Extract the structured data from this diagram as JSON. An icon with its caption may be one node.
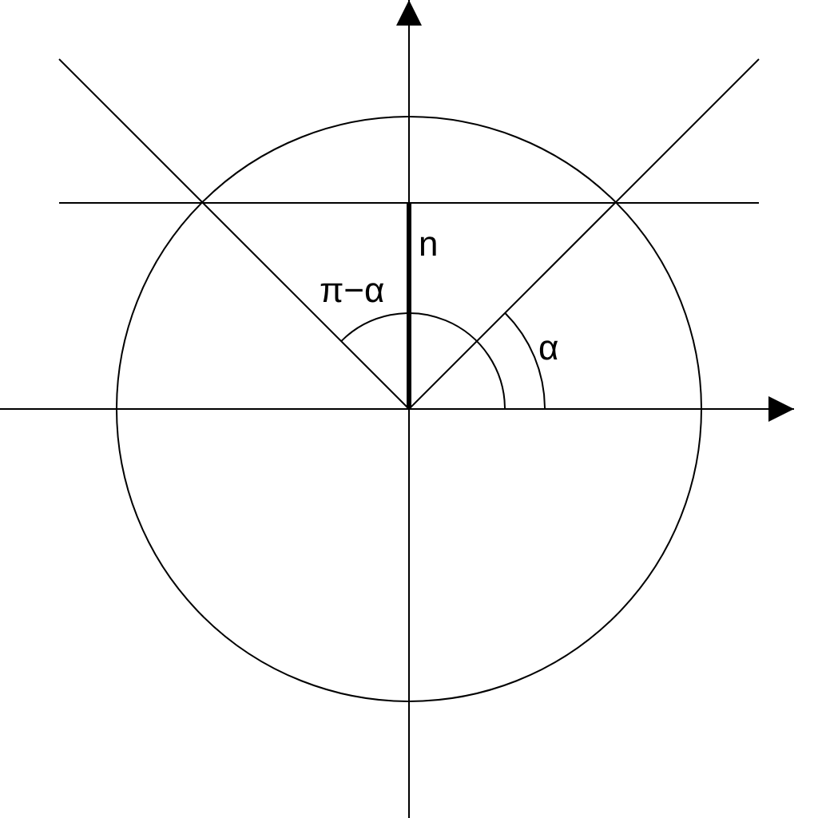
{
  "diagram": {
    "labels": [
      "n",
      "π−α",
      "α"
    ]
  }
}
